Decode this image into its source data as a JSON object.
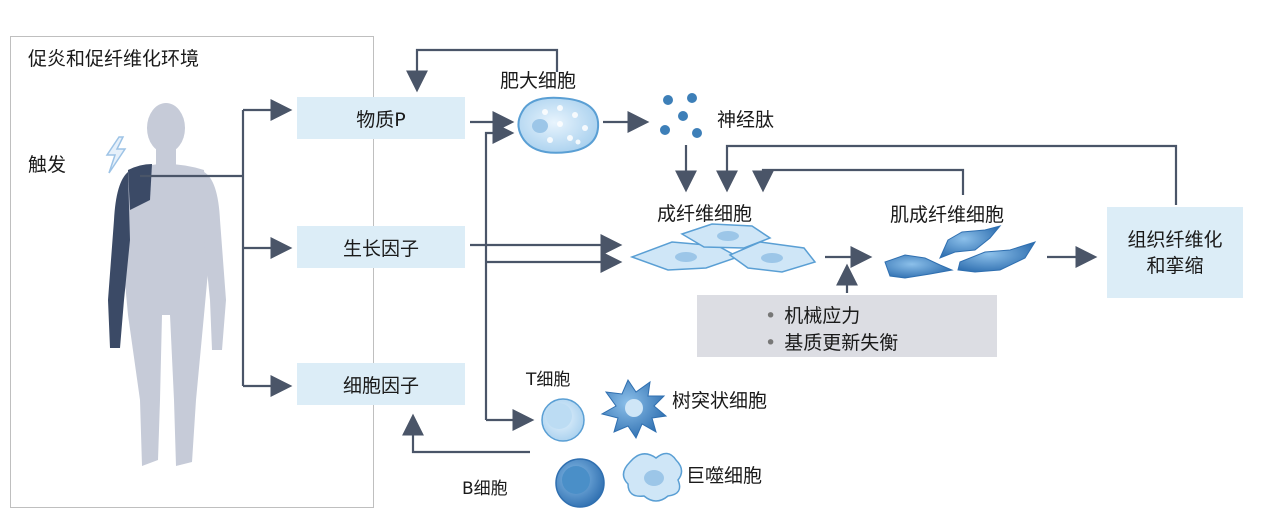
{
  "environment": {
    "title": "促炎和促纤维化环境"
  },
  "trigger": {
    "label": "触发"
  },
  "mediators": {
    "substance_p": "物质P",
    "growth_factors": "生长因子",
    "cytokines": "细胞因子"
  },
  "cells": {
    "mast_cell": "肥大细胞",
    "neuropeptides": "神经肽",
    "fibroblasts": "成纤维细胞",
    "myofibroblasts": "肌成纤维细胞",
    "t_cell": "T细胞",
    "dendritic_cell": "树突状细胞",
    "b_cell": "B细胞",
    "macrophage": "巨噬细胞"
  },
  "stress": {
    "items": [
      "机械应力",
      "基质更新失衡"
    ]
  },
  "outcome": {
    "line1": "组织纤维化",
    "line2": "和挛缩"
  },
  "colors": {
    "box_fill": "#dcedf7",
    "stress_fill": "#dcdde3",
    "arrow": "#4a5568",
    "figure": "#c6cbd8",
    "affected_shoulder": "#3b4a66",
    "cell_blue": "#4a8fc8"
  }
}
